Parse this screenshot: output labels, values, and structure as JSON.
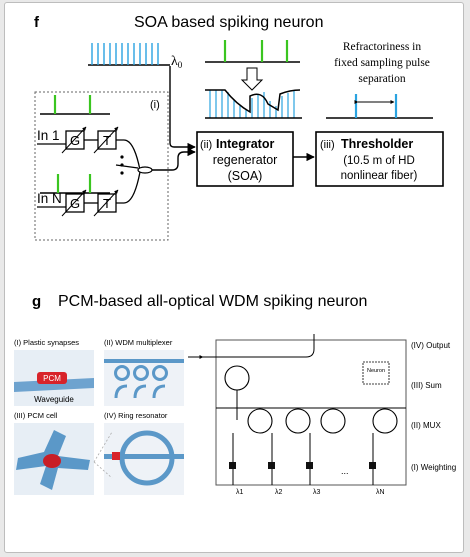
{
  "panel_f": {
    "letter": "f",
    "title": "SOA based spiking neuron",
    "lambda0": "λ",
    "lambda0_sub": "0",
    "inset_label": "(i)",
    "in1": "In 1",
    "inN": "In N",
    "g": "G",
    "t": "T",
    "integrator_num": "(ii)",
    "integrator_title": "Integrator",
    "integrator_l2": "regenerator",
    "integrator_l3": "(SOA)",
    "thresholder_num": "(iii)",
    "thresholder_title": "Thresholder",
    "thresholder_l2": "(10.5 m of HD",
    "thresholder_l3": "nonlinear fiber)",
    "refractory_l1": "Refractoriness in",
    "refractory_l2": "fixed sampling pulse",
    "refractory_l3": "separation"
  },
  "panel_g": {
    "letter": "g",
    "title": "PCM-based all-optical WDM spiking neuron",
    "plastic_synapses": "(I) Plastic synapses",
    "wdm_multiplexer": "(II) WDM multiplexer",
    "pcm_cell": "(III) PCM cell",
    "ring_resonator": "(IV) Ring resonator",
    "pcm_label": "PCM",
    "waveguide_label": "Waveguide",
    "neuron_label": "Neuron",
    "output": "(IV) Output",
    "sum": "(III) Sum",
    "mux": "(II) MUX",
    "weighting": "(I) Weighting",
    "ellipsis": "...",
    "lambdas": [
      "λ1",
      "λ2",
      "λ3",
      "λN"
    ]
  },
  "colors": {
    "spike_green": "#3ac520",
    "pulse_blue": "#2aa3e0",
    "pcm_red": "#d8232a",
    "waveguide_blue": "#5b98c8"
  }
}
